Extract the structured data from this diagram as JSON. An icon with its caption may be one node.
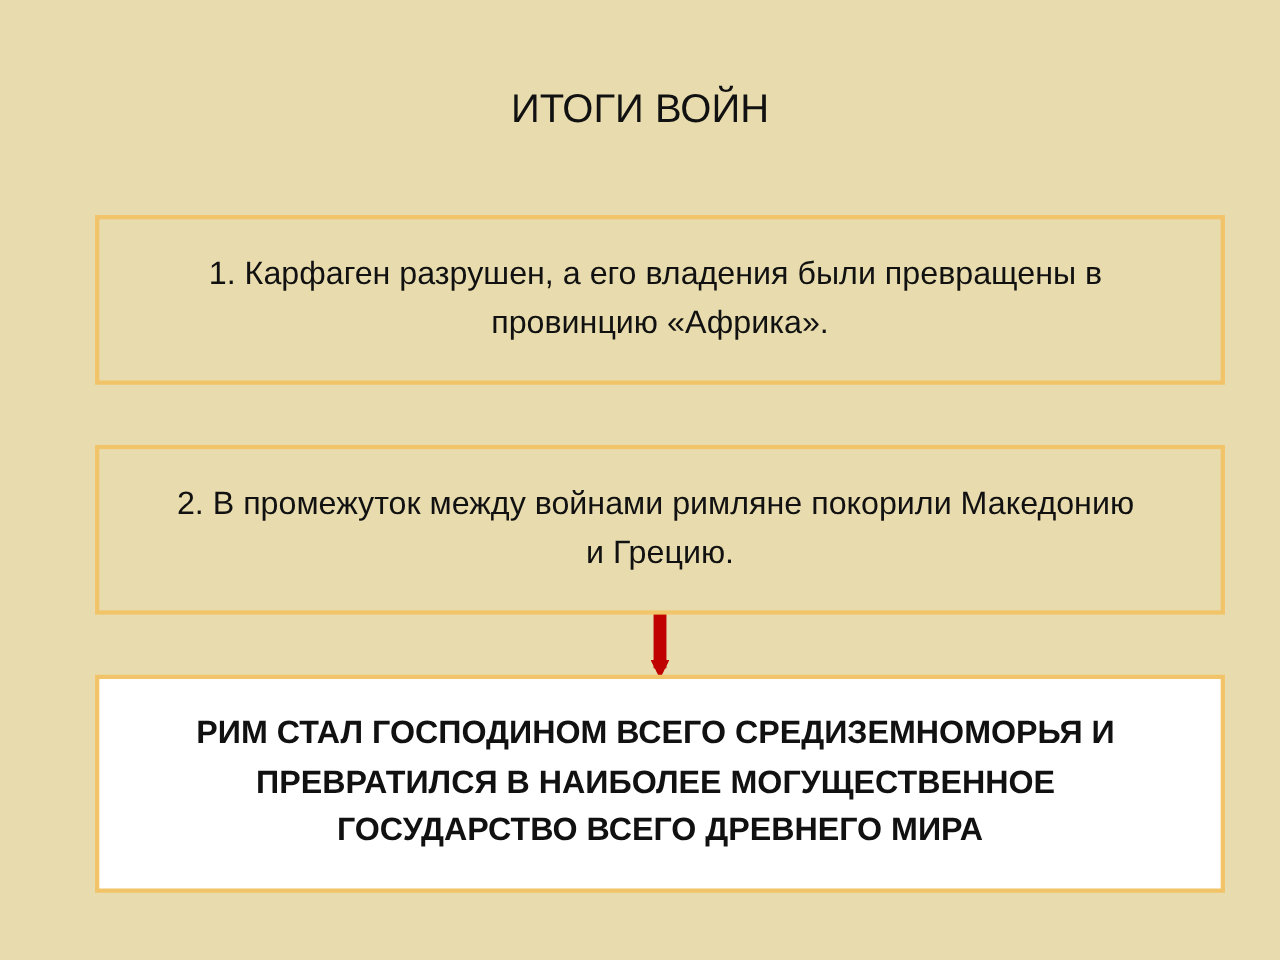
{
  "diagram": {
    "title": "ИТОГИ ВОЙН",
    "nodes": [
      {
        "text": [
          "1. Карфаген разрушен, а его владения были превращены в провинцию «Африка»."
        ]
      },
      {
        "text": [
          "2. В промежуток между войнами римляне покорили Македонию и Грецию."
        ]
      },
      {
        "text": [
          "РИМ СТАЛ ГОСПОДИНОМ ВСЕГО СРЕДИЗЕМНОМОРЬЯ И ПРЕВРАТИЛСЯ В НАИБОЛЕЕ МОГУЩЕСТВЕННОЕ ГОСУДАРСТВО ВСЕГО ДРЕВНЕГО МИРА"
        ]
      }
    ],
    "edges": [
      {
        "from": 1,
        "to": 2,
        "arrow": "to",
        "color": "#c00000"
      }
    ]
  }
}
